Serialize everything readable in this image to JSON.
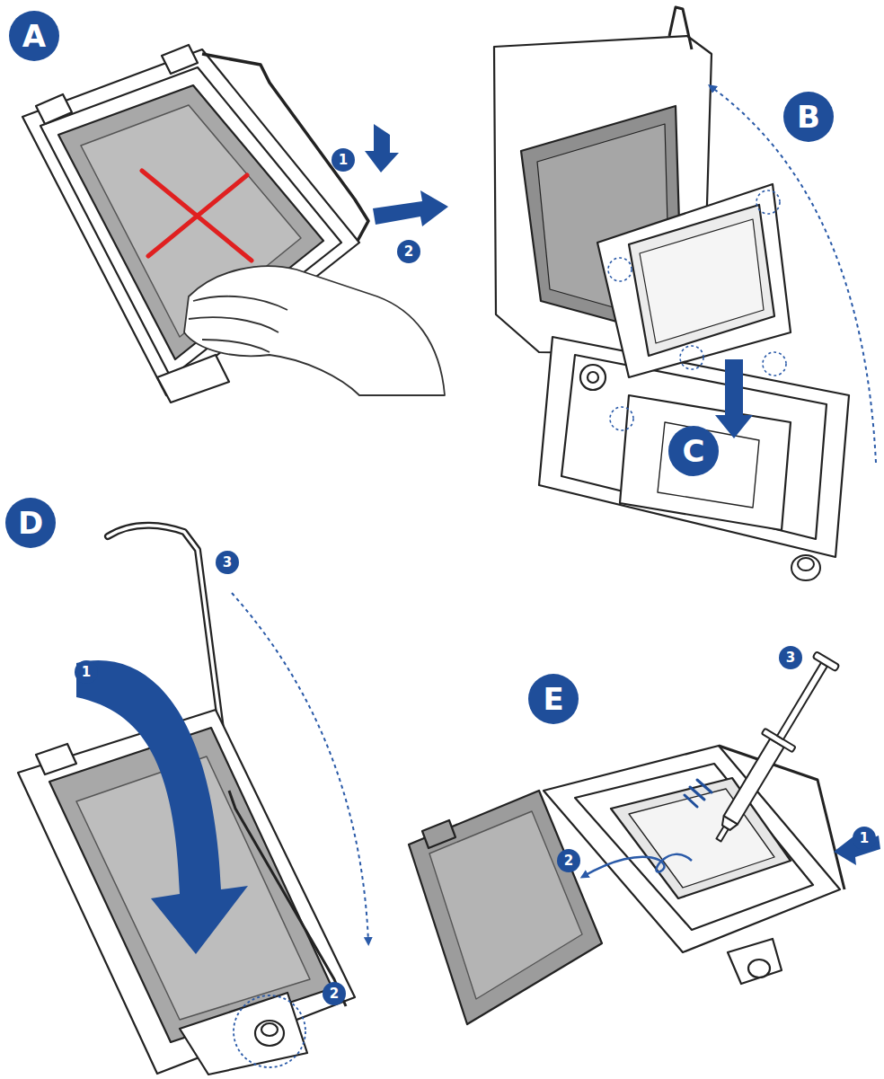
{
  "diagram": {
    "nodes": [
      {
        "text": [
          "A"
        ]
      },
      {
        "text": [
          "1"
        ]
      },
      {
        "text": [
          "2"
        ]
      },
      {
        "text": [
          "B"
        ]
      },
      {
        "text": [
          "C"
        ]
      },
      {
        "text": [
          "D"
        ]
      },
      {
        "text": [
          "3"
        ]
      },
      {
        "text": [
          "1"
        ]
      },
      {
        "text": [
          "2"
        ]
      },
      {
        "text": [
          "E"
        ]
      },
      {
        "text": [
          "3"
        ]
      },
      {
        "text": [
          "1"
        ]
      },
      {
        "text": [
          "2"
        ]
      }
    ]
  }
}
